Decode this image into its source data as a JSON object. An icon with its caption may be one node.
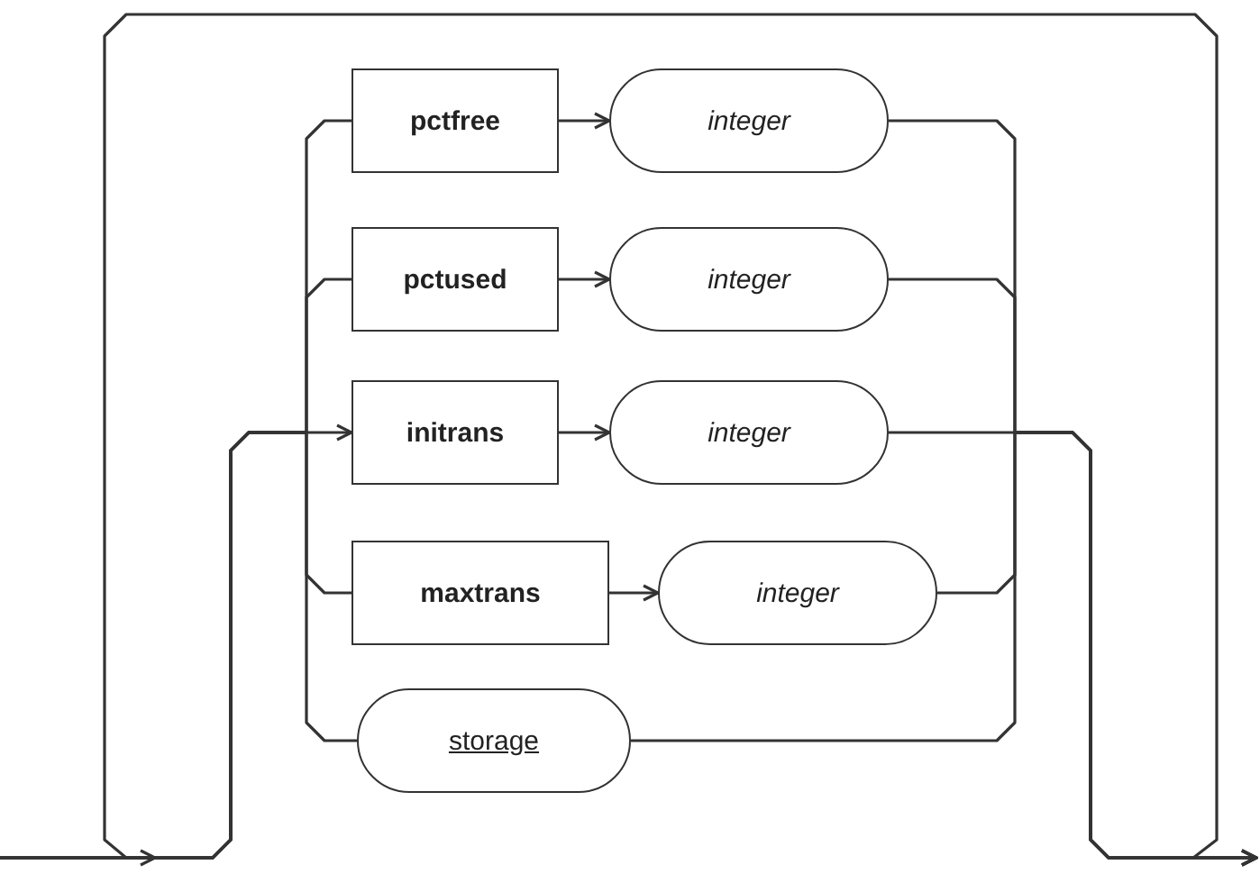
{
  "diagram": {
    "nodes": [
      {
        "text": [
          "pctfree"
        ]
      },
      {
        "text": [
          "integer"
        ]
      },
      {
        "text": [
          "pctused"
        ]
      },
      {
        "text": [
          "integer"
        ]
      },
      {
        "text": [
          "initrans"
        ]
      },
      {
        "text": [
          "integer"
        ]
      },
      {
        "text": [
          "maxtrans"
        ]
      },
      {
        "text": [
          "integer"
        ]
      },
      {
        "text": [
          "storage"
        ]
      }
    ],
    "edges": [
      {
        "from": 0,
        "to": 1,
        "arrow": "to"
      },
      {
        "from": 2,
        "to": 3,
        "arrow": "to"
      },
      {
        "from": 4,
        "to": 5,
        "arrow": "to"
      },
      {
        "from": 6,
        "to": 7,
        "arrow": "to"
      },
      {
        "from": null,
        "to": 0,
        "arrow": "none"
      },
      {
        "from": null,
        "to": 2,
        "arrow": "none"
      },
      {
        "from": null,
        "to": 4,
        "arrow": "to"
      },
      {
        "from": null,
        "to": 6,
        "arrow": "none"
      },
      {
        "from": null,
        "to": 8,
        "arrow": "none"
      },
      {
        "from": 1,
        "to": null,
        "arrow": "to"
      },
      {
        "from": 3,
        "to": null,
        "arrow": "to"
      },
      {
        "from": 5,
        "to": null,
        "arrow": "to"
      },
      {
        "from": 7,
        "to": null,
        "arrow": "to"
      },
      {
        "from": 8,
        "to": null,
        "arrow": "to"
      }
    ]
  }
}
